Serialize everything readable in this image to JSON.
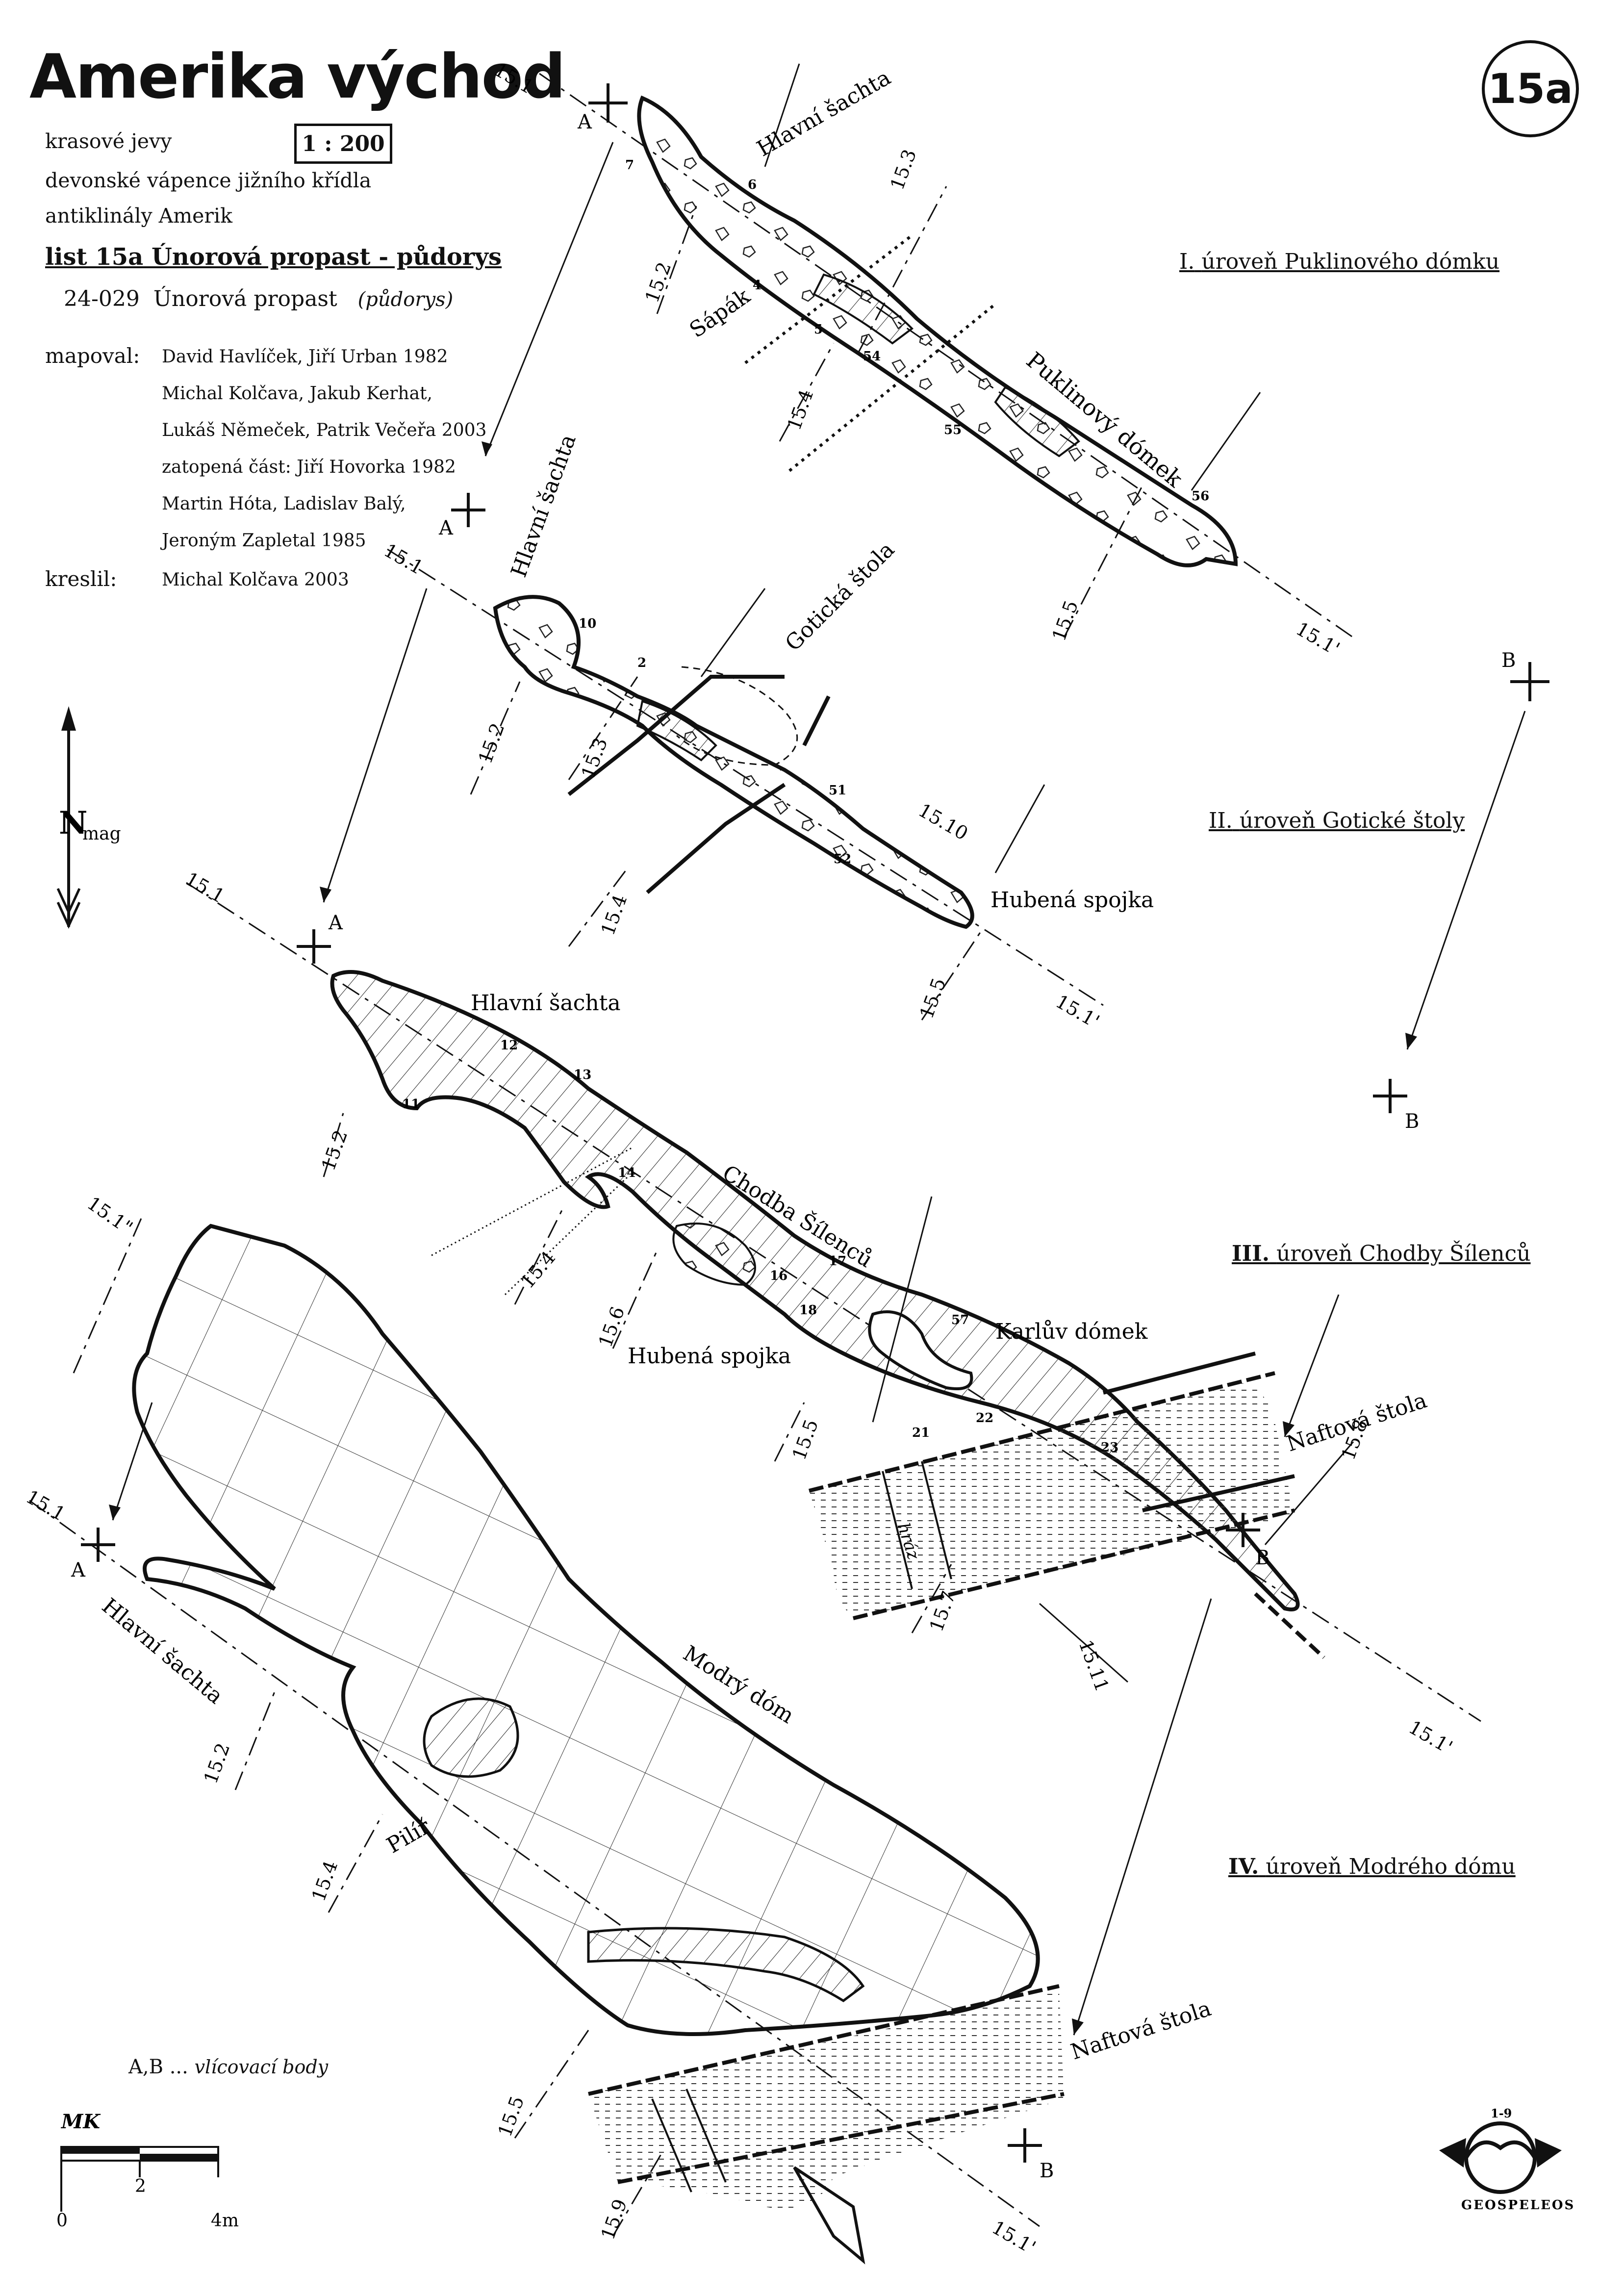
{
  "header": {
    "title": "Amerika východ",
    "subtitle_1": "krasové jevy",
    "scale": "1 : 200",
    "subtitle_2": "devonské vápence jižního křídla",
    "subtitle_3": "antiklinály Amerik",
    "sheet": "list 15a  Únorová propast - půdorys",
    "cave_code": "24-029",
    "cave_name": "Únorová propast",
    "cave_view": "(půdorys)",
    "mapped_label": "mapoval:",
    "mapped_by": [
      "David Havlíček, Jiří Urban 1982",
      "Michal Kolčava, Jakub Kerhat,",
      "Lukáš Němeček, Patrik Večeřa 2003",
      "zatopená část:  Jiří Hovorka 1982",
      "Martin Hóta, Ladislav Balý,",
      "Jeroným Zapletal 1985"
    ],
    "drawn_label": "kreslil:",
    "drawn_by": "Michal Kolčava 2003",
    "sheet_badge": "15a"
  },
  "levels": [
    {
      "roman": "I.",
      "name": "úroveň Puklinového dómku"
    },
    {
      "roman": "II.",
      "name": "úroveň Gotické štoly"
    },
    {
      "roman": "III.",
      "name": "úroveň Chodby Šílenců"
    },
    {
      "roman": "IV.",
      "name": "úroveň Modrého dómu"
    }
  ],
  "place_names": {
    "hlavni_sachta": "Hlavní šachta",
    "sapak": "Sápák",
    "puklinovy_domek": "Puklinový dómek",
    "goticka_stola": "Gotická štola",
    "hubena_spojka": "Hubená spojka",
    "chodba_silencu": "Chodba Šílenců",
    "karluv_domek": "Karlův dómek",
    "naftova_stola": "Naftová štola",
    "modry_dom": "Modrý dóm",
    "pilir": "Pilíř",
    "hraz": "hráz"
  },
  "points": {
    "a": "A",
    "b": "B"
  },
  "profiles": {
    "p15_1": "15.1",
    "p15_1p": "15.1'",
    "p15_1pp": "15.1\"",
    "p15_2": "15.2",
    "p15_3": "15.3",
    "p15_4": "15.4",
    "p15_5": "15.5",
    "p15_6": "15.6",
    "p15_7": "15.7",
    "p15_8": "15.8",
    "p15_9": "15.9",
    "p15_10": "15.10",
    "p15_11": "15.11"
  },
  "stations": {
    "s7": "7",
    "s6": "6",
    "s4": "4",
    "s5": "5",
    "s54": "54",
    "s55": "55",
    "s56": "56",
    "s10": "10",
    "s2": "2",
    "s51": "51",
    "s52": "52",
    "s11": "11",
    "s12": "12",
    "s13": "13",
    "s14": "14",
    "s16": "16",
    "s17": "17",
    "s18": "18",
    "s57": "57",
    "s21": "21",
    "s22": "22",
    "s23": "23"
  },
  "north": {
    "label": "N",
    "sub": "mag"
  },
  "legend": {
    "prefix": "A,B ...",
    "text": "vlícovací body"
  },
  "scalebar": {
    "initials": "MK",
    "t0": "0",
    "t2": "2",
    "t4": "4m"
  },
  "logo": {
    "text": "GEOSPELEOS",
    "top": "1-9"
  }
}
